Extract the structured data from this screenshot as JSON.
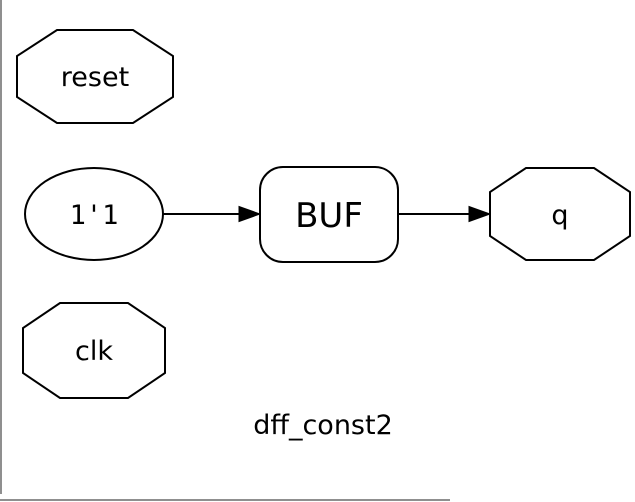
{
  "diagram": {
    "title": "dff_const2",
    "nodes": {
      "reset": {
        "label": "reset",
        "shape": "octagon",
        "role": "input-port"
      },
      "const": {
        "label": "1'1",
        "shape": "ellipse",
        "role": "constant-driver"
      },
      "buf": {
        "label": "BUF",
        "shape": "rounded-rect",
        "role": "cell"
      },
      "q": {
        "label": "q",
        "shape": "octagon",
        "role": "output-port"
      },
      "clk": {
        "label": "clk",
        "shape": "octagon",
        "role": "input-port"
      }
    },
    "edges": [
      {
        "from": "1'1",
        "to": "BUF"
      },
      {
        "from": "BUF",
        "to": "q"
      }
    ],
    "colors": {
      "stroke": "#000000",
      "node_fill": "#ffffff",
      "background": "#ffffff",
      "frame": "#8f8f8f"
    }
  }
}
